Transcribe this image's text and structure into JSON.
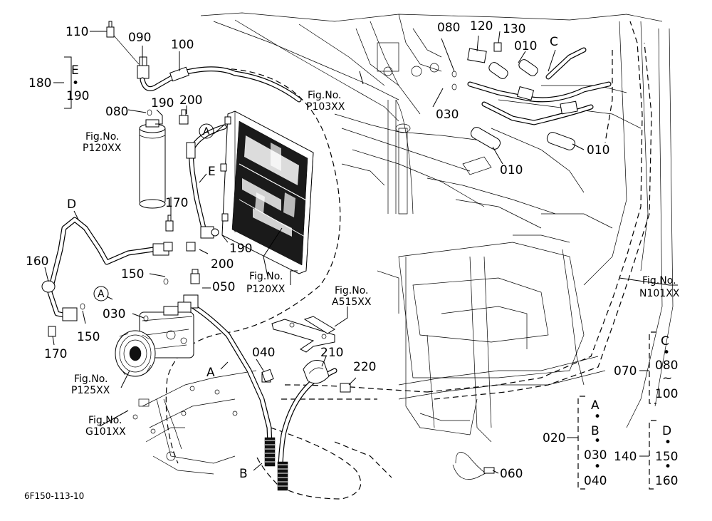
{
  "callouts": {
    "c110": "110",
    "c090": "090",
    "c100": "100",
    "c180": "180",
    "cE_top": "E",
    "cDot180": "•",
    "c190a": "190",
    "c080a": "080",
    "c190b": "190",
    "c200a": "200",
    "cA_circ1": "A",
    "cE_mid": "E",
    "c170a": "170",
    "cD": "D",
    "c160": "160",
    "c150a": "150",
    "c050": "050",
    "cA_circ2": "A",
    "c030a": "030",
    "c150b": "150",
    "c170b": "170",
    "c200b": "200",
    "c190c": "190",
    "c040": "040",
    "cA_low": "A",
    "c210": "210",
    "c220": "220",
    "cB_low": "B",
    "c060": "060",
    "c080b": "080",
    "c120": "120",
    "c130": "130",
    "c010a": "010",
    "cC_top": "C",
    "c030b": "030",
    "c010b": "010",
    "c010c": "010"
  },
  "figrefs": {
    "p103_line1": "Fig.No.",
    "p103_line2": "P103XX",
    "p120a_line1": "Fig.No.",
    "p120a_line2": "P120XX",
    "p120b_line1": "Fig.No.",
    "p120b_line2": "P120XX",
    "a515_line1": "Fig.No.",
    "a515_line2": "A515XX",
    "n101_line1": "Fig.No.",
    "n101_line2": "N101XX",
    "p125_line1": "Fig.No.",
    "p125_line2": "P125XX",
    "g101_line1": "Fig.No.",
    "g101_line2": "G101XX"
  },
  "groups": {
    "g070": {
      "num": "070",
      "items": [
        "C",
        "•",
        "080",
        "~",
        "100"
      ]
    },
    "g020": {
      "num": "020",
      "items": [
        "A",
        "•",
        "B",
        "•",
        "030",
        "•",
        "040"
      ]
    },
    "g140": {
      "num": "140",
      "items": [
        "D",
        "•",
        "150",
        "•",
        "160"
      ]
    }
  },
  "drawing_code": "6F150-113-10"
}
